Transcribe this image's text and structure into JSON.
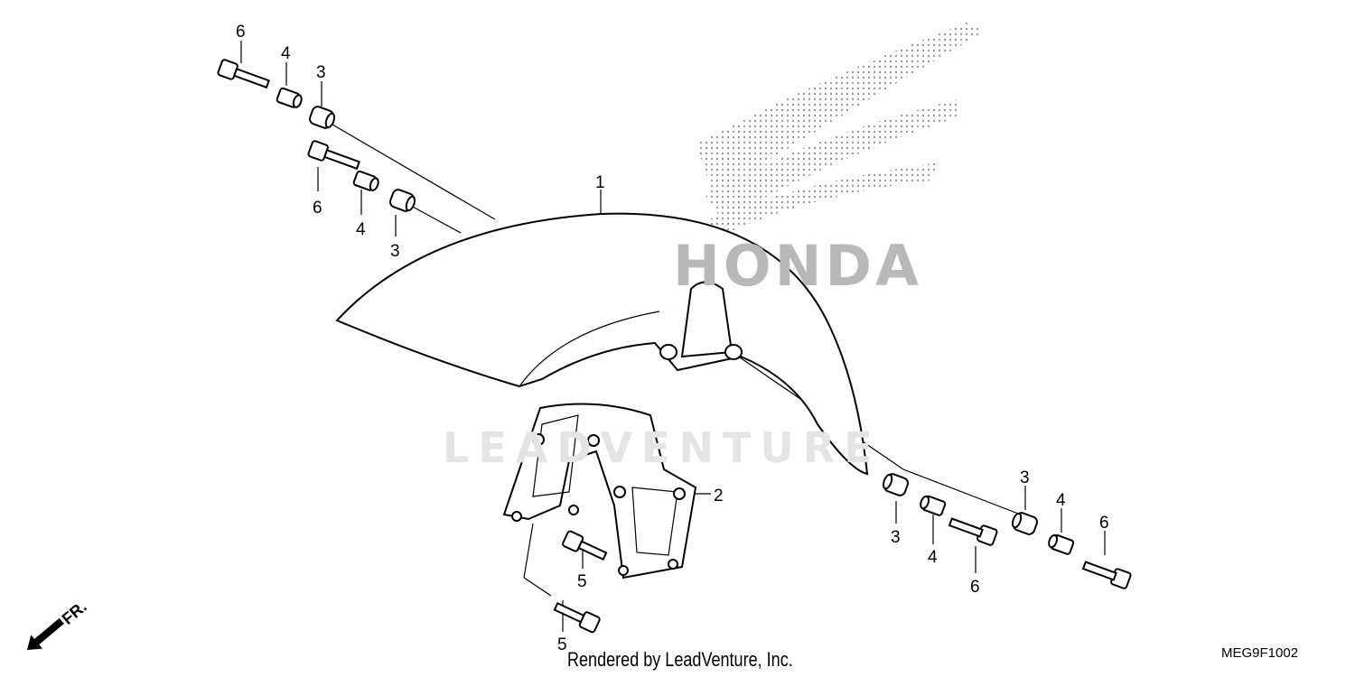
{
  "diagram": {
    "callouts": [
      {
        "id": "c1",
        "label": "6"
      },
      {
        "id": "c2",
        "label": "4"
      },
      {
        "id": "c3",
        "label": "3"
      },
      {
        "id": "c4",
        "label": "6"
      },
      {
        "id": "c5",
        "label": "4"
      },
      {
        "id": "c6",
        "label": "3"
      },
      {
        "id": "c7",
        "label": "1"
      },
      {
        "id": "c8",
        "label": "2"
      },
      {
        "id": "c9",
        "label": "3"
      },
      {
        "id": "c10",
        "label": "4"
      },
      {
        "id": "c11",
        "label": "6"
      },
      {
        "id": "c12",
        "label": "3"
      },
      {
        "id": "c13",
        "label": "4"
      },
      {
        "id": "c14",
        "label": "6"
      },
      {
        "id": "c15",
        "label": "5"
      },
      {
        "id": "c16",
        "label": "5"
      }
    ],
    "direction_label": "FR.",
    "watermark": "LEADVENTURE",
    "logo_text": "HONDA"
  },
  "footer": {
    "rendered_by": "Rendered by LeadVenture, Inc.",
    "diagram_code": "MEG9F1002"
  }
}
